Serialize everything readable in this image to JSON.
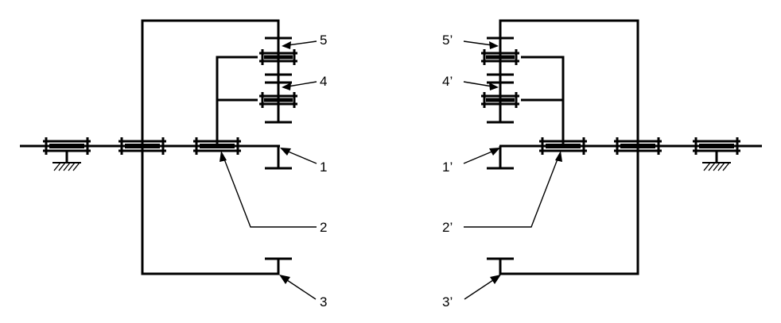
{
  "left_labels": {
    "gear_5": "5",
    "gear_4": "4",
    "gear_1": "1",
    "carrier_2": "2",
    "ring_3": "3"
  },
  "right_labels": {
    "gear_5": "5’",
    "gear_4": "4’",
    "gear_1": "1’",
    "carrier_2": "2’",
    "ring_3": "3’"
  }
}
